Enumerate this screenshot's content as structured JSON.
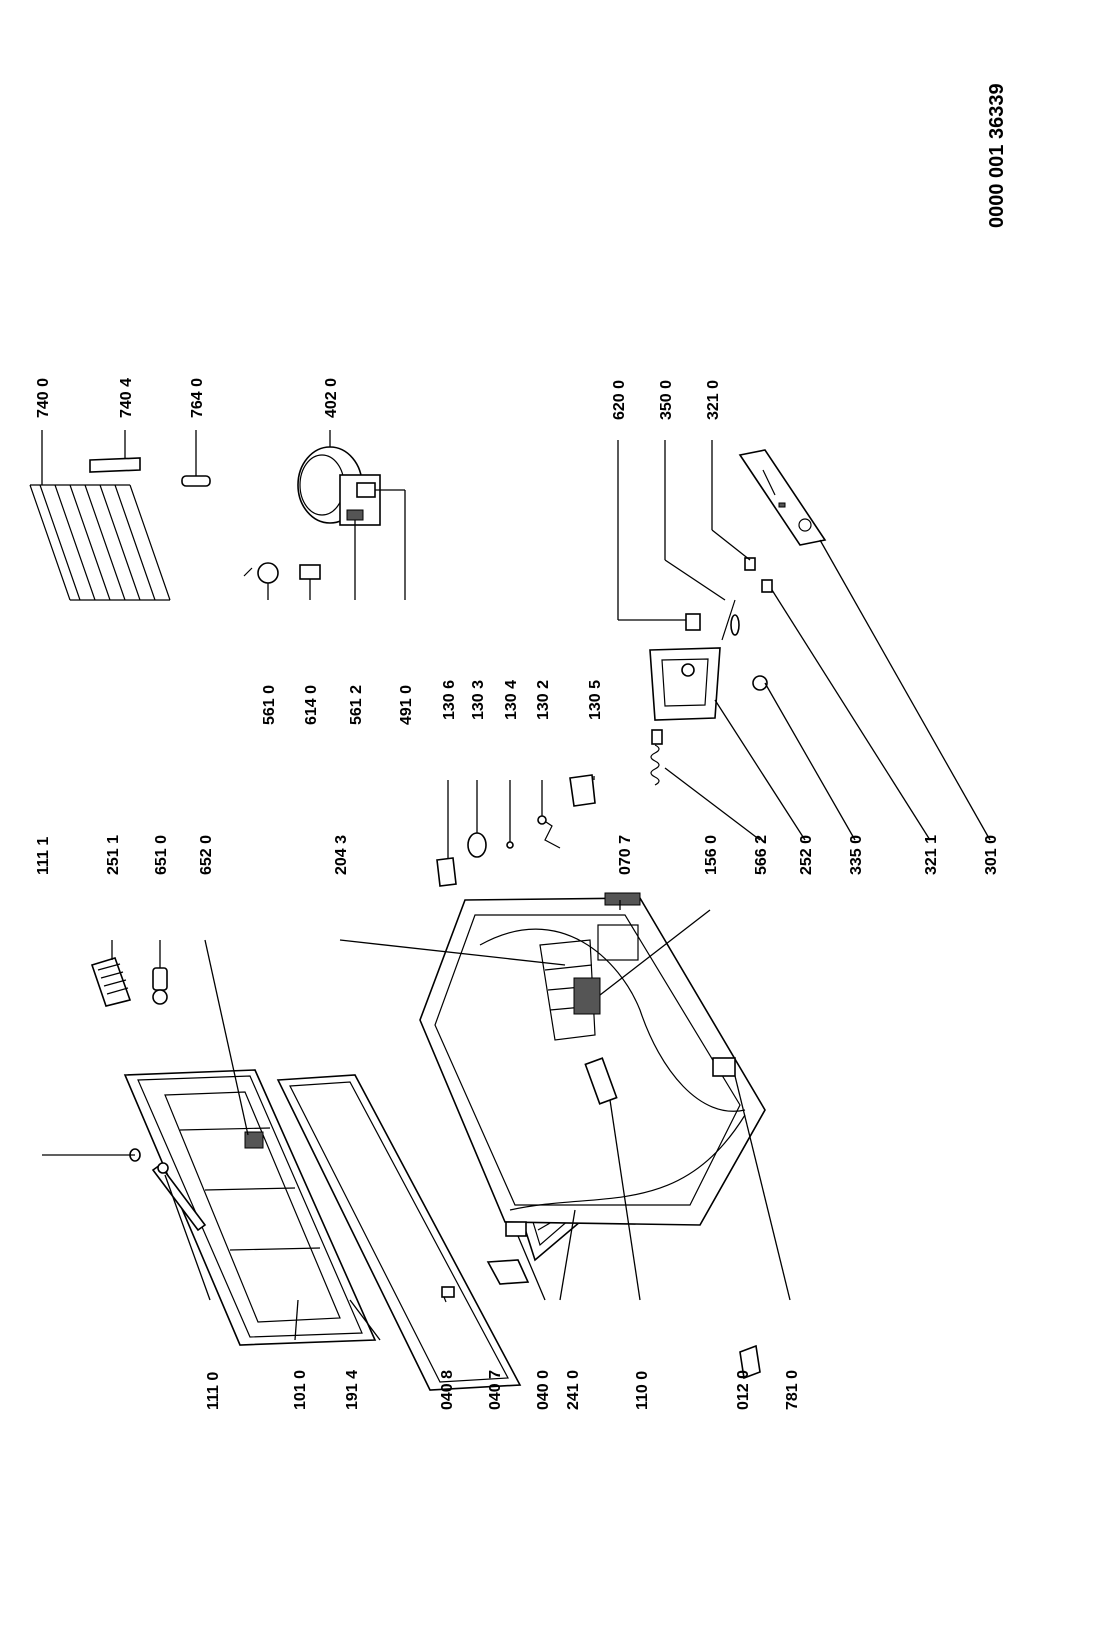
{
  "document_number": "0000 001 36339",
  "part_labels": {
    "p111_0": "111 0",
    "p101_0": "101 0",
    "p191_4": "191 4",
    "p040_8": "040 8",
    "p040_7": "040 7",
    "p040_0": "040 0",
    "p241_0": "241 0",
    "p110_0": "110 0",
    "p012_0": "012 0",
    "p781_0": "781 0",
    "p111_1": "111 1",
    "p251_1": "251 1",
    "p651_0": "651 0",
    "p652_0": "652 0",
    "p204_3": "204 3",
    "p070_7": "070 7",
    "p156_0": "156 0",
    "p566_2": "566 2",
    "p252_0": "252 0",
    "p335_0": "335 0",
    "p321_1": "321 1",
    "p301_0": "301 0",
    "p130_6": "130 6",
    "p130_3": "130 3",
    "p130_4": "130 4",
    "p130_2": "130 2",
    "p130_5": "130 5",
    "p561_0": "561 0",
    "p614_0": "614 0",
    "p561_2": "561 2",
    "p491_0": "491 0",
    "p620_0": "620 0",
    "p350_0": "350 0",
    "p321_0": "321 0",
    "p740_0": "740 0",
    "p740_4": "740 4",
    "p764_0": "764 0",
    "p402_0": "402 0"
  }
}
